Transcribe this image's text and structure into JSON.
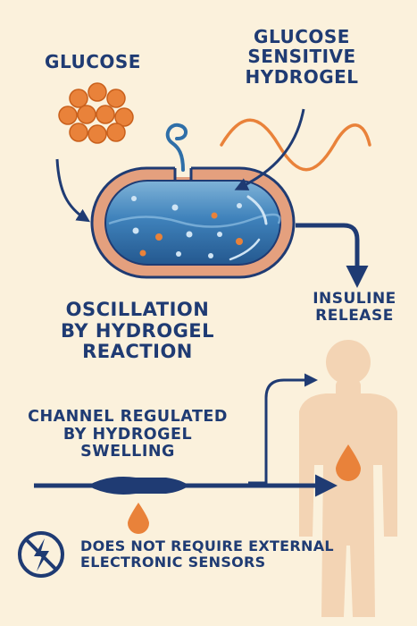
{
  "labels": {
    "glucose": "GLUCOSE",
    "hydrogel": [
      "GLUCOSE",
      "SENSITIVE",
      "HYDROGEL"
    ],
    "oscillation": [
      "OSCILLATION",
      "BY HYDROGEL",
      "REACTION"
    ],
    "insulin": [
      "INSULINE",
      "RELEASE"
    ],
    "channel": [
      "CHANNEL REGULATED",
      "BY HYDROGEL",
      "SWELLING"
    ],
    "sensors": [
      "DOES NOT REQUIRE EXTERNAL",
      "ELECTRONIC SENSORS"
    ]
  },
  "icons": {
    "glucose_cluster": "glucose-molecule-cluster-icon",
    "capsule": "hydrogel-capsule-icon",
    "wave": "oscillation-wave-icon",
    "body": "human-silhouette-icon",
    "drop": "insulin-drop-icon",
    "no_power": "no-electricity-icon"
  },
  "colors": {
    "background": "#fbf1dc",
    "navy": "#1f3b73",
    "orange": "#e9823a",
    "capsule_shell": "#e4a07e",
    "gel_blue": "#2f6fa8",
    "body": "#f3d4b4"
  }
}
